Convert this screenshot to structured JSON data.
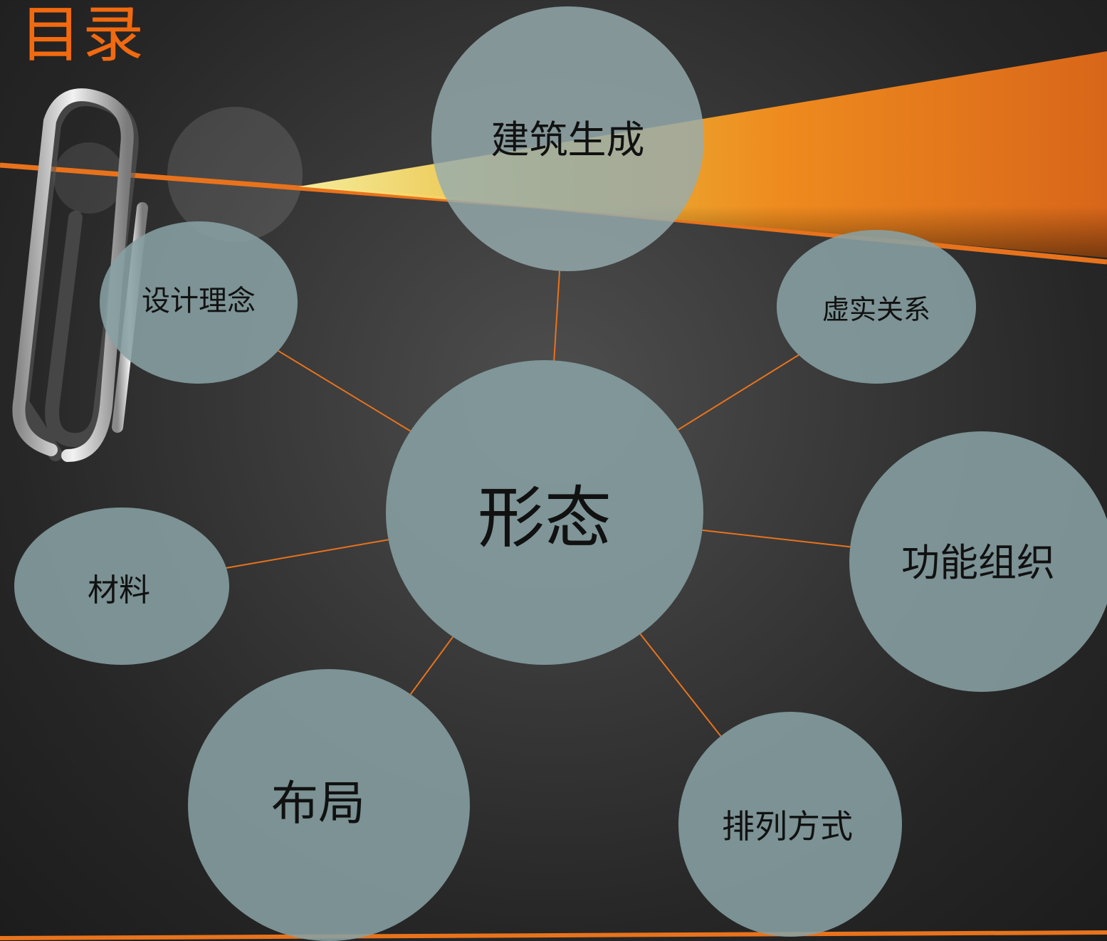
{
  "slide": {
    "title": "目录",
    "accent_color": "#f26a10",
    "line_color": "#e8731c",
    "bubble_color": "#87a0a3"
  },
  "diagram": {
    "center": {
      "id": "center",
      "label": "形态"
    },
    "nodes": [
      {
        "id": "node-jianzhu",
        "label": "建筑生成"
      },
      {
        "id": "node-sheji",
        "label": "设计理念"
      },
      {
        "id": "node-xushi",
        "label": "虚实关系"
      },
      {
        "id": "node-gongneng",
        "label": "功能组织"
      },
      {
        "id": "node-cailiao",
        "label": "材料"
      },
      {
        "id": "node-buju",
        "label": "布局"
      },
      {
        "id": "node-pailie",
        "label": "排列方式"
      }
    ],
    "edges": [
      {
        "from": "center",
        "to": "node-jianzhu"
      },
      {
        "from": "center",
        "to": "node-sheji"
      },
      {
        "from": "center",
        "to": "node-xushi"
      },
      {
        "from": "center",
        "to": "node-gongneng"
      },
      {
        "from": "center",
        "to": "node-cailiao"
      },
      {
        "from": "center",
        "to": "node-buju"
      },
      {
        "from": "center",
        "to": "node-pailie"
      }
    ]
  },
  "decor": {
    "paperclip": "paperclip-icon",
    "light_beam": "orange-light-beam"
  }
}
